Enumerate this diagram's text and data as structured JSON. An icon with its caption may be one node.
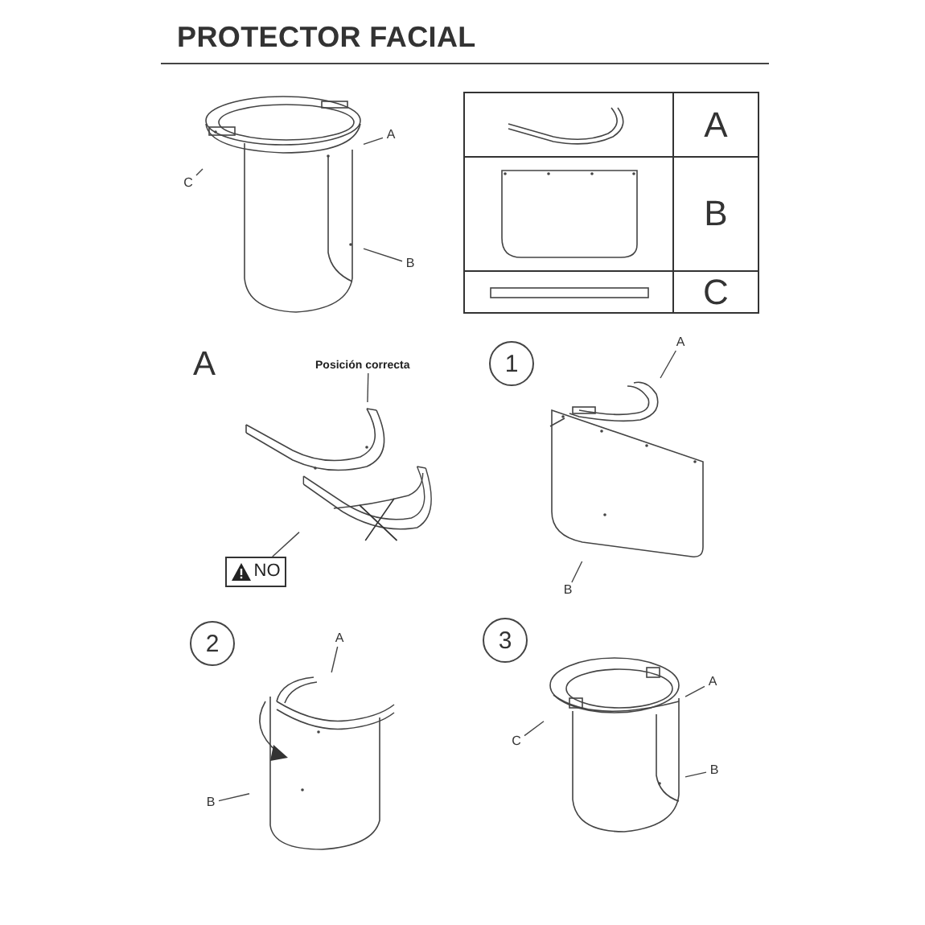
{
  "diagram": {
    "title": "PROTECTOR FACIAL",
    "nodes": [
      {
        "text": [],
        "shape": "picture"
      },
      {
        "text": [
          "A"
        ]
      },
      {
        "text": [
          "B"
        ]
      },
      {
        "text": [
          "C"
        ]
      },
      {
        "text": [
          "Posición correcta"
        ]
      },
      {
        "text": [],
        "shape": "picture"
      },
      {
        "text": [],
        "shape": "picture"
      },
      {
        "text": [
          "NO"
        ]
      },
      {
        "text": [
          "1"
        ]
      },
      {
        "text": [],
        "shape": "picture"
      },
      {
        "text": [
          "A"
        ]
      },
      {
        "text": [
          "B"
        ]
      },
      {
        "text": [
          "2"
        ]
      },
      {
        "text": [],
        "shape": "picture"
      },
      {
        "text": [
          "A"
        ]
      },
      {
        "text": [
          "B"
        ]
      },
      {
        "text": [
          "3"
        ]
      },
      {
        "text": [],
        "shape": "picture"
      },
      {
        "text": [
          "A"
        ]
      },
      {
        "text": [
          "B"
        ]
      },
      {
        "text": [
          "C"
        ]
      }
    ],
    "edges": [
      {
        "from": 1,
        "to": 0,
        "arrow": "none"
      },
      {
        "from": 2,
        "to": 0,
        "arrow": "none"
      },
      {
        "from": 3,
        "to": 0,
        "arrow": "none"
      },
      {
        "from": 4,
        "to": 5,
        "arrow": "none"
      },
      {
        "from": 7,
        "to": 6,
        "arrow": "none"
      },
      {
        "from": 10,
        "to": 9,
        "arrow": "none"
      },
      {
        "from": 11,
        "to": 9,
        "arrow": "none"
      },
      {
        "from": 14,
        "to": 13,
        "arrow": "none"
      },
      {
        "from": 15,
        "to": 13,
        "arrow": "none"
      },
      {
        "from": 18,
        "to": 17,
        "arrow": "none"
      },
      {
        "from": 19,
        "to": 17,
        "arrow": "none"
      },
      {
        "from": 20,
        "to": 17,
        "arrow": "none"
      }
    ],
    "labels": [
      "A",
      "B",
      "C",
      "A"
    ]
  }
}
